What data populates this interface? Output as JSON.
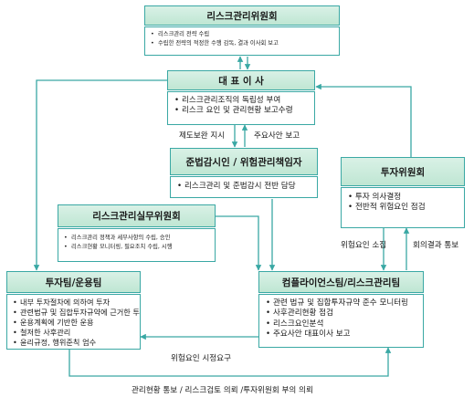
{
  "colors": {
    "accent": "#3aa8a4",
    "header_fill": "#cdebdc"
  },
  "risk_committee": {
    "title": "리스크관리위원회",
    "items": [
      "리스크관리 전략 수립",
      "수립한 전략의 적정한 수행 감독, 결과 이사회 보고"
    ]
  },
  "board": {
    "title": "대 표 이 사",
    "items": [
      "리스크관리조직의 독립성 부여",
      "리스크 요인 및 관리현황 보고수령"
    ]
  },
  "compliance_officer": {
    "title": "준법감시인 / 위험관리책임자",
    "items": [
      "리스크관리 및 준법감시 전반 담당"
    ]
  },
  "investment_committee": {
    "title": "투자위원회",
    "items": [
      "투자 의사결정",
      "전반적 위험요인 점검"
    ]
  },
  "practice_committee": {
    "title": "리스크관리실무위원회",
    "items": [
      "리스크관리 정책과 세부사항의 수립, 승인",
      "리스크현황 모니터링, 필요조치 수립, 시행"
    ]
  },
  "investment_team": {
    "title": "투자팀/운용팀",
    "items": [
      "내부 투자절차에 의하여 투자",
      "관련법규 및 집합투자규약에 근거한 투자",
      "운용계획에 기반한 운용",
      "철저한 사후관리",
      "윤리규정, 행위준칙 엄수"
    ]
  },
  "compliance_team": {
    "title": "컴플라이언스팀/리스크관리팀",
    "items": [
      "관련 법규 및 집합투자규약 준수 모니터링",
      "사후관리현황 점검",
      "리스크요인분석",
      "주요사안 대표이사 보고"
    ]
  },
  "labels": {
    "improvement_order": "제도보완 지시",
    "key_report": "주요사안 보고",
    "risk_call": "위험요인 소집",
    "meeting_result": "회의결과 통보",
    "risk_correction": "위험요인 시정요구",
    "bottom_flow": "관리현황 통보 / 리스크검토 의뢰 /투자위원회 부의 의뢰"
  }
}
